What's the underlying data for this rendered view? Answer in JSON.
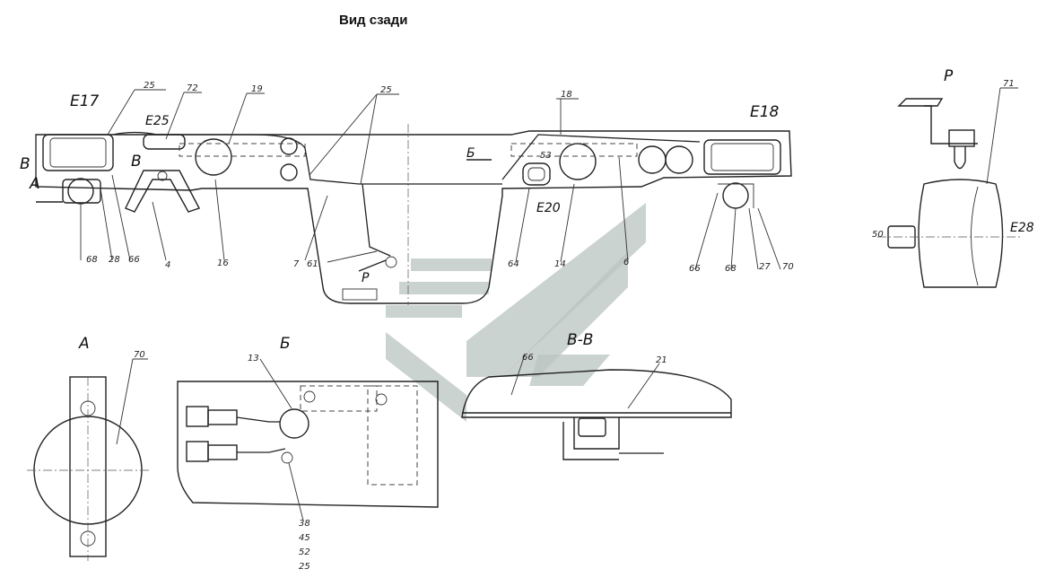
{
  "title": "Вид сзади",
  "main_view": {
    "designators": {
      "e17": "E17",
      "e18": "E18",
      "e20": "E20",
      "e25": "E25",
      "e28": "E28"
    },
    "view_markers": {
      "a": "А",
      "b": "Б",
      "v": "В",
      "v2": "В",
      "p": "Р"
    },
    "callouts": {
      "c25_left": "25",
      "c72": "72",
      "c19": "19",
      "c25_mid": "25",
      "c18": "18",
      "c53": "53",
      "c68_left": "68",
      "c28": "28",
      "c66_left": "66",
      "c4": "4",
      "c16": "16",
      "c7": "7",
      "c61": "61",
      "c64": "64",
      "c14": "14",
      "c6": "6",
      "c66_right": "66",
      "c68_right": "68",
      "c27": "27",
      "c70": "70"
    }
  },
  "detail_p": {
    "heading": "Р",
    "c71": "71",
    "c50": "50",
    "e28": "E28"
  },
  "detail_a": {
    "heading": "А",
    "c70": "70"
  },
  "detail_b": {
    "heading": "Б",
    "c13": "13",
    "c38": "38",
    "c45": "45",
    "c52": "52",
    "c25": "25"
  },
  "detail_vv": {
    "heading": "В-В",
    "c66": "66",
    "c21": "21"
  },
  "colors": {
    "line": "#222222",
    "watermark": "#b9c4c0",
    "background": "#ffffff"
  }
}
